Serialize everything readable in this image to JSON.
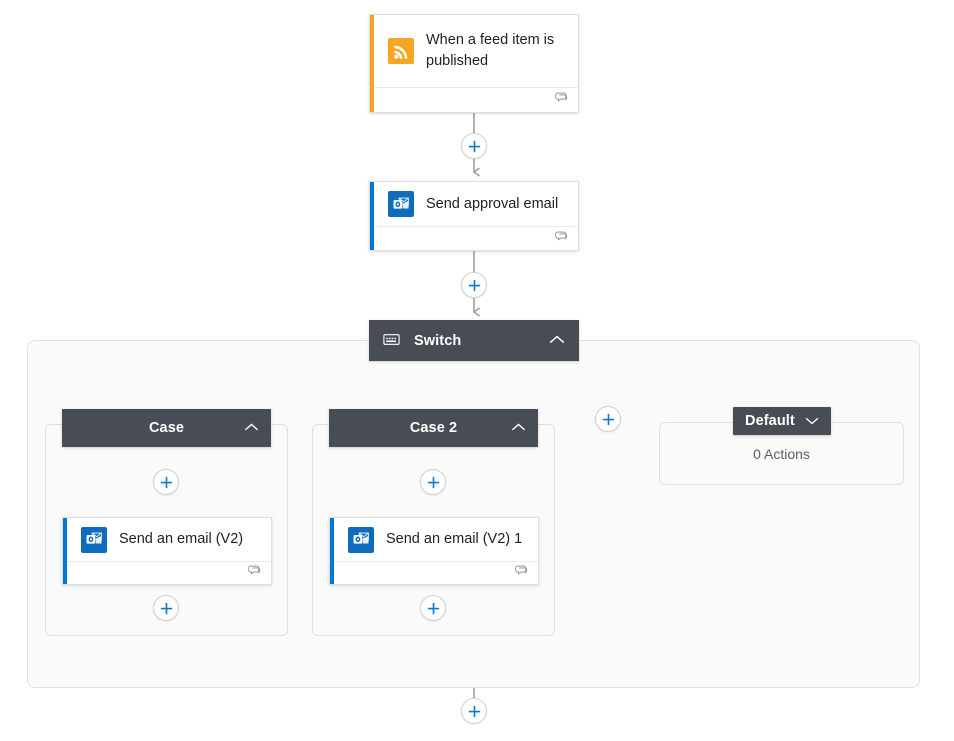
{
  "canvas": {
    "background": "#ffffff",
    "accent_blue": "#0078d4",
    "header_dark": "#484d55",
    "trigger_accent": "#f6a623",
    "action_accent": "#0078d4",
    "border_gray": "#e1dfdd",
    "scope_fill": "#fafafa",
    "muted_text": "#605e5c"
  },
  "trigger": {
    "title": "When a feed item is published",
    "icon": "rss-icon",
    "footer_icon": "comment-icon"
  },
  "approval_action": {
    "title": "Send approval email",
    "icon": "outlook-icon",
    "footer_icon": "comment-icon"
  },
  "switch": {
    "label": "Switch",
    "icon": "switch-icon",
    "collapse_icon": "chevron-up-icon"
  },
  "cases": [
    {
      "label": "Case",
      "collapse_icon": "chevron-up-icon",
      "action": {
        "title": "Send an email (V2)",
        "icon": "outlook-icon",
        "footer_icon": "comment-icon"
      }
    },
    {
      "label": "Case 2",
      "collapse_icon": "chevron-up-icon",
      "action": {
        "title": "Send an email (V2) 1",
        "icon": "outlook-icon",
        "footer_icon": "comment-icon"
      }
    }
  ],
  "default_case": {
    "label": "Default",
    "collapse_icon": "chevron-down-icon",
    "empty_text": "0 Actions"
  },
  "plus_buttons": [
    {
      "name": "add-step-after-trigger"
    },
    {
      "name": "add-step-after-approval-email"
    },
    {
      "name": "add-case"
    },
    {
      "name": "add-step-case-1-top"
    },
    {
      "name": "add-step-case-1-bottom"
    },
    {
      "name": "add-step-case-2-top"
    },
    {
      "name": "add-step-case-2-bottom"
    },
    {
      "name": "add-step-after-switch"
    }
  ]
}
